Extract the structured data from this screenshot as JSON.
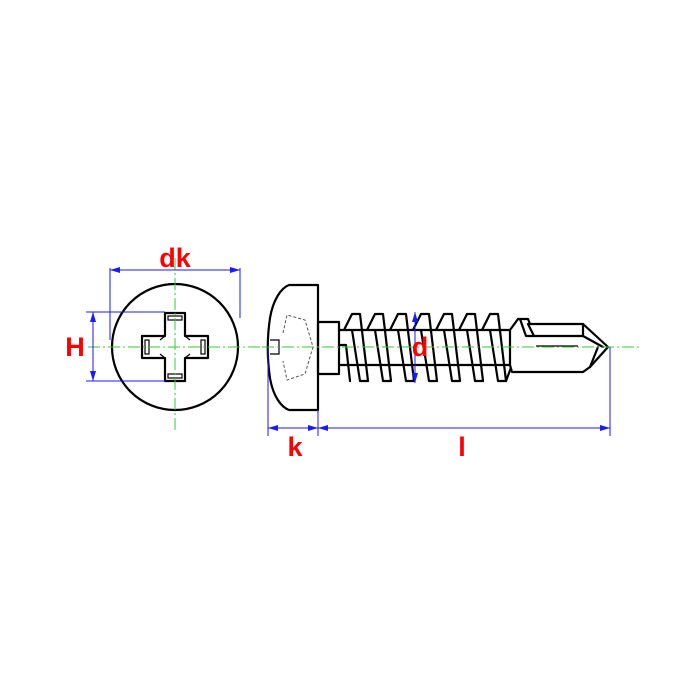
{
  "labels": {
    "head_diameter": "dk",
    "head_height": "H",
    "head_thickness": "k",
    "thread_diameter": "d",
    "length": "l"
  },
  "colors": {
    "outline": "#000000",
    "dimension": "#1a1aff",
    "label": "#ff0000",
    "center_line": "#33cc33"
  }
}
